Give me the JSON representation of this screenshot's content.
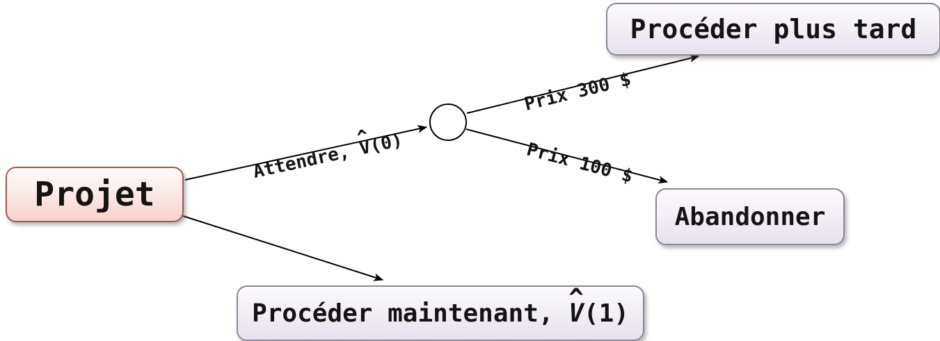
{
  "diagram": {
    "title": "decision-tree-projet",
    "language": "fr",
    "nodes": {
      "projet": {
        "label": "Projet",
        "shape": "rounded-rect",
        "style": "pink"
      },
      "chance": {
        "label": "",
        "shape": "circle",
        "style": "white-outline"
      },
      "proceder_plus_tard": {
        "label": "Procéder plus tard",
        "shape": "rounded-rect",
        "style": "lavender"
      },
      "abandonner": {
        "label": "Abandonner",
        "shape": "rounded-rect",
        "style": "lavender"
      },
      "proceder_maintenant": {
        "prefix": "Procéder maintenant, ",
        "v": "V",
        "hat": "^",
        "suffix": "(1)",
        "shape": "rounded-rect",
        "style": "lavender"
      }
    },
    "edges": {
      "attendre": {
        "from": "projet",
        "to": "chance",
        "prefix": "Attendre, ",
        "v": "V",
        "hat": "^",
        "suffix": "(0)"
      },
      "prix_300": {
        "from": "chance",
        "to": "proceder_plus_tard",
        "label": "Prix 300 $"
      },
      "prix_100": {
        "from": "chance",
        "to": "abandonner",
        "label": "Prix 100 $"
      },
      "proceder_maintenant_edge": {
        "from": "projet",
        "to": "proceder_maintenant",
        "label": ""
      }
    },
    "colors": {
      "projet_fill_top": "#fefaf9",
      "projet_fill_bottom": "#f5d2cd",
      "projet_border": "#9b5a52",
      "option_fill_top": "#fbfafc",
      "option_fill_bottom": "#e7e1ee",
      "option_border": "#8d8699",
      "edge_stroke": "#000000",
      "text": "#141414",
      "background": "#ffffff"
    }
  }
}
